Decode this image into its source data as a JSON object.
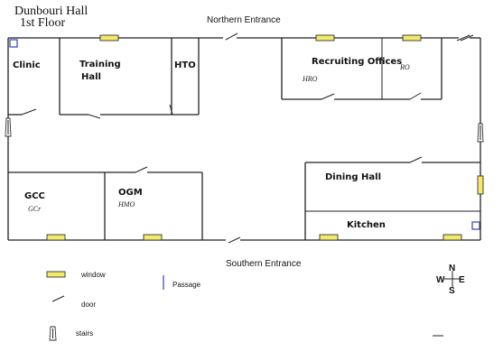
{
  "header": {
    "building": "Dunbouri Hall",
    "floor": "1st Floor"
  },
  "entrances": {
    "north": "Northern Entrance",
    "south": "Southern Entrance"
  },
  "rooms": {
    "clinic": "Clinic",
    "training_hall_line1": "Training",
    "training_hall_line2": "Hall",
    "hto": "HTO",
    "recruiting_offices": "Recruiting Offices",
    "hro": "HRO",
    "ro": "RO",
    "gcc": "GCC",
    "gcc_sub": "GCr",
    "ogm": "OGM",
    "hmo": "HMO",
    "dining_hall": "Dining Hall",
    "kitchen": "Kitchen"
  },
  "legend": {
    "window": "window",
    "door": "door",
    "stairs": "stairs",
    "passage": "Passage"
  },
  "compass": {
    "north": "N",
    "south": "S",
    "east": "E",
    "west": "W"
  },
  "colors": {
    "window_fill": "#f4e96a",
    "passage_stroke": "#3344aa",
    "wall_stroke": "#222222"
  }
}
